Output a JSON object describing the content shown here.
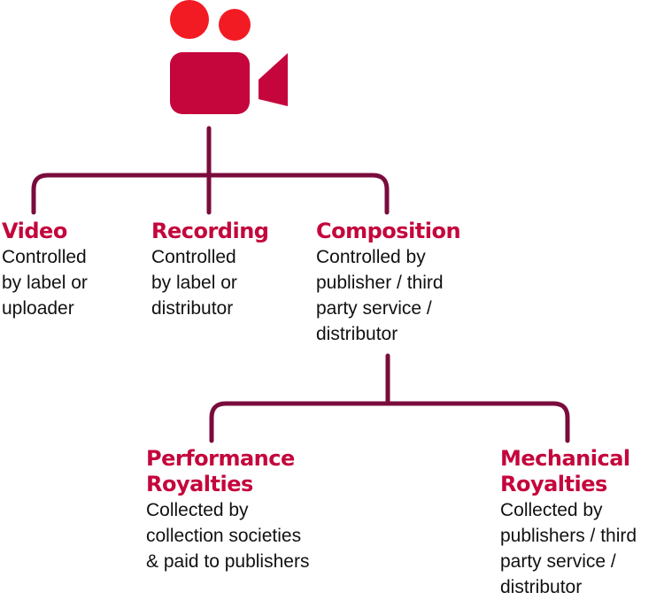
{
  "colors": {
    "icon_circles": "#f21b24",
    "icon_body": "#c4063c",
    "connector": "#7a0c3c",
    "title": "#c4063c",
    "text": "#111111"
  },
  "icon": "video-camera-icon",
  "nodes": {
    "video": {
      "title": "Video",
      "desc": "Controlled\nby label or\nuploader"
    },
    "recording": {
      "title": "Recording",
      "desc": "Controlled\nby label or\ndistributor"
    },
    "composition": {
      "title": "Composition",
      "desc": "Controlled by\npublisher / third\nparty service /\ndistributor"
    },
    "performance": {
      "title": "Performance\nRoyalties",
      "desc": "Collected by\ncollection societies\n& paid to publishers"
    },
    "mechanical": {
      "title": "Mechanical\nRoyalties",
      "desc": "Collected by\npublishers / third\nparty service /\ndistributor"
    }
  }
}
